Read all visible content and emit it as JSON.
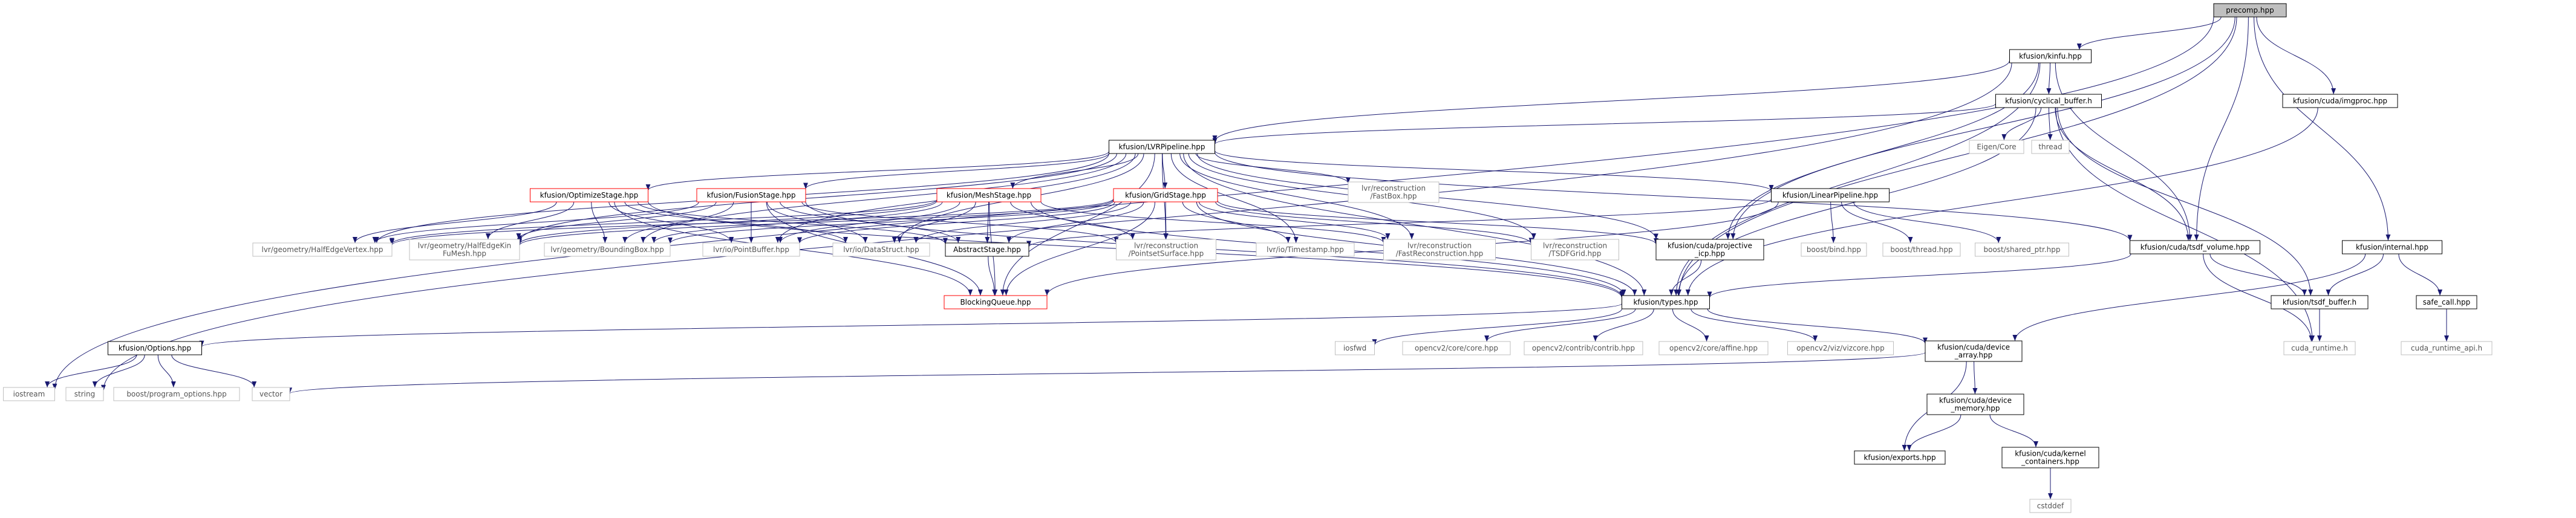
{
  "diagram": {
    "colors": {
      "edge": "#191970",
      "node_border": "#000000",
      "node_border_missing": "#bfbfbf",
      "node_border_truncated": "#ff0000",
      "root_fill": "#bfbfbf",
      "node_fill": "#ffffff",
      "text": "#000000",
      "text_missing": "#555555"
    },
    "nodes": [
      {
        "id": "precomp",
        "lines": [
          "precomp.hpp"
        ],
        "kind": "root"
      },
      {
        "id": "kinfu",
        "lines": [
          "kfusion/kinfu.hpp"
        ],
        "kind": "normal"
      },
      {
        "id": "cyclical",
        "lines": [
          "kfusion/cyclical_buffer.h"
        ],
        "kind": "normal"
      },
      {
        "id": "imgproc",
        "lines": [
          "kfusion/cuda/imgproc.hpp"
        ],
        "kind": "normal"
      },
      {
        "id": "lvrpipe",
        "lines": [
          "kfusion/LVRPipeline.hpp"
        ],
        "kind": "normal"
      },
      {
        "id": "eigen",
        "lines": [
          "Eigen/Core"
        ],
        "kind": "missing"
      },
      {
        "id": "thread",
        "lines": [
          "thread"
        ],
        "kind": "missing"
      },
      {
        "id": "fastbox",
        "lines": [
          "lvr/reconstruction",
          "/FastBox.hpp"
        ],
        "kind": "missing"
      },
      {
        "id": "optstage",
        "lines": [
          "kfusion/OptimizeStage.hpp"
        ],
        "kind": "truncated"
      },
      {
        "id": "fusstage",
        "lines": [
          "kfusion/FusionStage.hpp"
        ],
        "kind": "truncated"
      },
      {
        "id": "meshstage",
        "lines": [
          "kfusion/MeshStage.hpp"
        ],
        "kind": "truncated"
      },
      {
        "id": "gridstage",
        "lines": [
          "kfusion/GridStage.hpp"
        ],
        "kind": "truncated"
      },
      {
        "id": "linpipe",
        "lines": [
          "kfusion/LinearPipeline.hpp"
        ],
        "kind": "normal"
      },
      {
        "id": "internal",
        "lines": [
          "kfusion/internal.hpp"
        ],
        "kind": "normal"
      },
      {
        "id": "halfvertex",
        "lines": [
          "lvr/geometry/HalfEdgeVertex.hpp"
        ],
        "kind": "missing"
      },
      {
        "id": "halfmesh",
        "lines": [
          "lvr/geometry/HalfEdgeKin",
          "FuMesh.hpp"
        ],
        "kind": "missing"
      },
      {
        "id": "bbox",
        "lines": [
          "lvr/geometry/BoundingBox.hpp"
        ],
        "kind": "missing"
      },
      {
        "id": "pointbuf",
        "lines": [
          "lvr/io/PointBuffer.hpp"
        ],
        "kind": "missing"
      },
      {
        "id": "datastruct",
        "lines": [
          "lvr/io/DataStruct.hpp"
        ],
        "kind": "missing"
      },
      {
        "id": "abstract",
        "lines": [
          "AbstractStage.hpp"
        ],
        "kind": "normal"
      },
      {
        "id": "pointset",
        "lines": [
          "lvr/reconstruction",
          "/PointsetSurface.hpp"
        ],
        "kind": "missing"
      },
      {
        "id": "timestamp",
        "lines": [
          "lvr/io/Timestamp.hpp"
        ],
        "kind": "missing"
      },
      {
        "id": "fastrecon",
        "lines": [
          "lvr/reconstruction",
          "/FastReconstruction.hpp"
        ],
        "kind": "missing"
      },
      {
        "id": "tsdfgrid",
        "lines": [
          "lvr/reconstruction",
          "/TSDFGrid.hpp"
        ],
        "kind": "missing"
      },
      {
        "id": "projicp",
        "lines": [
          "kfusion/cuda/projective",
          "_icp.hpp"
        ],
        "kind": "normal"
      },
      {
        "id": "boostbind",
        "lines": [
          "boost/bind.hpp"
        ],
        "kind": "missing"
      },
      {
        "id": "boostthread",
        "lines": [
          "boost/thread.hpp"
        ],
        "kind": "missing"
      },
      {
        "id": "boostshared",
        "lines": [
          "boost/shared_ptr.hpp"
        ],
        "kind": "missing"
      },
      {
        "id": "tsdfvol",
        "lines": [
          "kfusion/cuda/tsdf_volume.hpp"
        ],
        "kind": "normal"
      },
      {
        "id": "blocking",
        "lines": [
          "BlockingQueue.hpp"
        ],
        "kind": "truncated"
      },
      {
        "id": "types",
        "lines": [
          "kfusion/types.hpp"
        ],
        "kind": "normal"
      },
      {
        "id": "tsdfbuf",
        "lines": [
          "kfusion/tsdf_buffer.h"
        ],
        "kind": "normal"
      },
      {
        "id": "safecall",
        "lines": [
          "safe_call.hpp"
        ],
        "kind": "normal"
      },
      {
        "id": "options",
        "lines": [
          "kfusion/Options.hpp"
        ],
        "kind": "normal"
      },
      {
        "id": "iosfwd",
        "lines": [
          "iosfwd"
        ],
        "kind": "missing"
      },
      {
        "id": "cvcore",
        "lines": [
          "opencv2/core/core.hpp"
        ],
        "kind": "missing"
      },
      {
        "id": "cvcontrib",
        "lines": [
          "opencv2/contrib/contrib.hpp"
        ],
        "kind": "missing"
      },
      {
        "id": "cvaffine",
        "lines": [
          "opencv2/core/affine.hpp"
        ],
        "kind": "missing"
      },
      {
        "id": "cvviz",
        "lines": [
          "opencv2/viz/vizcore.hpp"
        ],
        "kind": "missing"
      },
      {
        "id": "devarray",
        "lines": [
          "kfusion/cuda/device",
          "_array.hpp"
        ],
        "kind": "normal"
      },
      {
        "id": "cudart",
        "lines": [
          "cuda_runtime.h"
        ],
        "kind": "missing"
      },
      {
        "id": "cudaapi",
        "lines": [
          "cuda_runtime_api.h"
        ],
        "kind": "missing"
      },
      {
        "id": "iostream",
        "lines": [
          "iostream"
        ],
        "kind": "missing"
      },
      {
        "id": "string",
        "lines": [
          "string"
        ],
        "kind": "missing"
      },
      {
        "id": "boostpo",
        "lines": [
          "boost/program_options.hpp"
        ],
        "kind": "missing"
      },
      {
        "id": "vector",
        "lines": [
          "vector"
        ],
        "kind": "missing"
      },
      {
        "id": "devmem",
        "lines": [
          "kfusion/cuda/device",
          "_memory.hpp"
        ],
        "kind": "normal"
      },
      {
        "id": "exports",
        "lines": [
          "kfusion/exports.hpp"
        ],
        "kind": "normal"
      },
      {
        "id": "kernelc",
        "lines": [
          "kfusion/cuda/kernel",
          "_containers.hpp"
        ],
        "kind": "normal"
      },
      {
        "id": "cstddef",
        "lines": [
          "cstddef"
        ],
        "kind": "missing"
      }
    ],
    "edges": [
      [
        "precomp",
        "kinfu"
      ],
      [
        "precomp",
        "imgproc"
      ],
      [
        "precomp",
        "internal"
      ],
      [
        "precomp",
        "iostream"
      ],
      [
        "precomp",
        "projicp"
      ],
      [
        "precomp",
        "tsdfvol"
      ],
      [
        "precomp",
        "types"
      ],
      [
        "kinfu",
        "cyclical"
      ],
      [
        "kinfu",
        "lvrpipe"
      ],
      [
        "kinfu",
        "string"
      ],
      [
        "kinfu",
        "projicp"
      ],
      [
        "kinfu",
        "tsdfvol"
      ],
      [
        "kinfu",
        "types"
      ],
      [
        "cyclical",
        "eigen"
      ],
      [
        "cyclical",
        "thread"
      ],
      [
        "cyclical",
        "lvrpipe"
      ],
      [
        "cyclical",
        "tsdfvol"
      ],
      [
        "cyclical",
        "tsdfbuf"
      ],
      [
        "cyclical",
        "cudart"
      ],
      [
        "cyclical",
        "types"
      ],
      [
        "imgproc",
        "types"
      ],
      [
        "lvrpipe",
        "optstage"
      ],
      [
        "lvrpipe",
        "fusstage"
      ],
      [
        "lvrpipe",
        "meshstage"
      ],
      [
        "lvrpipe",
        "gridstage"
      ],
      [
        "lvrpipe",
        "linpipe"
      ],
      [
        "lvrpipe",
        "fastbox"
      ],
      [
        "lvrpipe",
        "halfvertex"
      ],
      [
        "lvrpipe",
        "halfmesh"
      ],
      [
        "lvrpipe",
        "bbox"
      ],
      [
        "lvrpipe",
        "pointbuf"
      ],
      [
        "lvrpipe",
        "datastruct"
      ],
      [
        "lvrpipe",
        "pointset"
      ],
      [
        "lvrpipe",
        "timestamp"
      ],
      [
        "lvrpipe",
        "fastrecon"
      ],
      [
        "lvrpipe",
        "tsdfgrid"
      ],
      [
        "lvrpipe",
        "projicp"
      ],
      [
        "lvrpipe",
        "tsdfvol"
      ],
      [
        "lvrpipe",
        "types"
      ],
      [
        "lvrpipe",
        "blocking"
      ],
      [
        "optstage",
        "halfvertex"
      ],
      [
        "optstage",
        "halfmesh"
      ],
      [
        "optstage",
        "bbox"
      ],
      [
        "optstage",
        "pointbuf"
      ],
      [
        "optstage",
        "datastruct"
      ],
      [
        "optstage",
        "abstract"
      ],
      [
        "optstage",
        "blocking"
      ],
      [
        "optstage",
        "types"
      ],
      [
        "fusstage",
        "halfvertex"
      ],
      [
        "fusstage",
        "halfmesh"
      ],
      [
        "fusstage",
        "bbox"
      ],
      [
        "fusstage",
        "pointbuf"
      ],
      [
        "fusstage",
        "datastruct"
      ],
      [
        "fusstage",
        "abstract"
      ],
      [
        "fusstage",
        "pointset"
      ],
      [
        "fusstage",
        "blocking"
      ],
      [
        "fusstage",
        "types"
      ],
      [
        "meshstage",
        "halfvertex"
      ],
      [
        "meshstage",
        "halfmesh"
      ],
      [
        "meshstage",
        "bbox"
      ],
      [
        "meshstage",
        "pointbuf"
      ],
      [
        "meshstage",
        "datastruct"
      ],
      [
        "meshstage",
        "abstract"
      ],
      [
        "meshstage",
        "pointset"
      ],
      [
        "meshstage",
        "fastrecon"
      ],
      [
        "meshstage",
        "blocking"
      ],
      [
        "meshstage",
        "types"
      ],
      [
        "gridstage",
        "halfvertex"
      ],
      [
        "gridstage",
        "halfmesh"
      ],
      [
        "gridstage",
        "bbox"
      ],
      [
        "gridstage",
        "pointbuf"
      ],
      [
        "gridstage",
        "datastruct"
      ],
      [
        "gridstage",
        "abstract"
      ],
      [
        "gridstage",
        "pointset"
      ],
      [
        "gridstage",
        "timestamp"
      ],
      [
        "gridstage",
        "fastrecon"
      ],
      [
        "gridstage",
        "tsdfgrid"
      ],
      [
        "gridstage",
        "projicp"
      ],
      [
        "gridstage",
        "blocking"
      ],
      [
        "gridstage",
        "types"
      ],
      [
        "linpipe",
        "abstract"
      ],
      [
        "linpipe",
        "boostbind"
      ],
      [
        "linpipe",
        "boostthread"
      ],
      [
        "linpipe",
        "boostshared"
      ],
      [
        "linpipe",
        "blocking"
      ],
      [
        "internal",
        "tsdfbuf"
      ],
      [
        "internal",
        "safecall"
      ],
      [
        "internal",
        "devarray"
      ],
      [
        "abstract",
        "blocking"
      ],
      [
        "projicp",
        "types"
      ],
      [
        "tsdfvol",
        "types"
      ],
      [
        "tsdfvol",
        "tsdfbuf"
      ],
      [
        "tsdfvol",
        "cudart"
      ],
      [
        "tsdfbuf",
        "cudart"
      ],
      [
        "safecall",
        "cudaapi"
      ],
      [
        "types",
        "options"
      ],
      [
        "types",
        "iosfwd"
      ],
      [
        "types",
        "cvcore"
      ],
      [
        "types",
        "cvcontrib"
      ],
      [
        "types",
        "cvaffine"
      ],
      [
        "types",
        "cvviz"
      ],
      [
        "types",
        "devarray"
      ],
      [
        "options",
        "iostream"
      ],
      [
        "options",
        "string"
      ],
      [
        "options",
        "boostpo"
      ],
      [
        "options",
        "vector"
      ],
      [
        "devarray",
        "vector"
      ],
      [
        "devarray",
        "devmem"
      ],
      [
        "devarray",
        "exports"
      ],
      [
        "devmem",
        "exports"
      ],
      [
        "devmem",
        "kernelc"
      ],
      [
        "kernelc",
        "cstddef"
      ]
    ]
  }
}
